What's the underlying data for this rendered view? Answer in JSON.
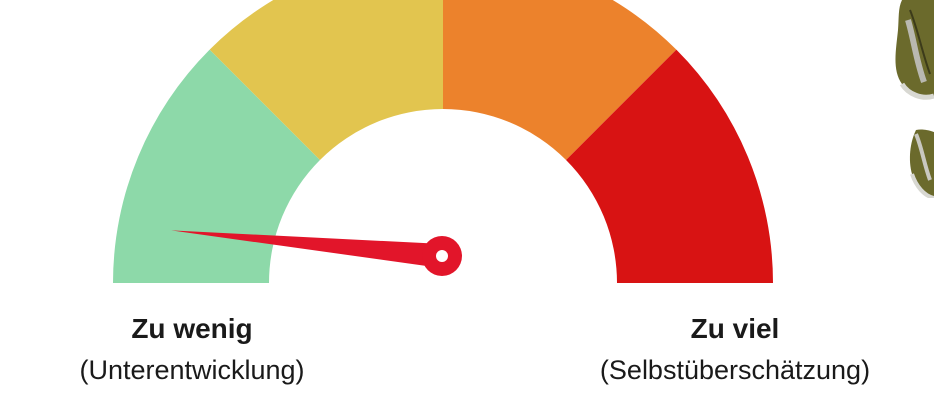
{
  "gauge": {
    "min_label": "Zu wenig",
    "min_sublabel": "(Unterentwicklung)",
    "max_label": "Zu viel",
    "max_sublabel": "(Selbstüberschätzung)",
    "needle_level": 0.03,
    "segments": [
      {
        "color": "#8dd9a9"
      },
      {
        "color": "#e2c54f"
      },
      {
        "color": "#ec822c"
      },
      {
        "color": "#d81313"
      }
    ],
    "needle_color": "#e2152a"
  },
  "decorations": [
    {
      "icon": "boot-sole-icon"
    },
    {
      "icon": "boot-sole-icon"
    }
  ]
}
